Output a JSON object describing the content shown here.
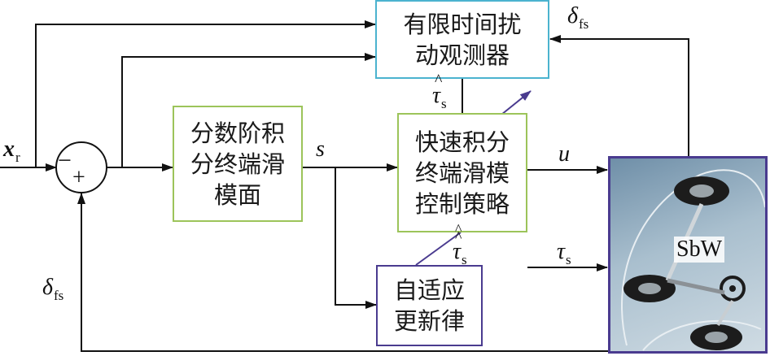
{
  "blocks": {
    "fto": {
      "lines": [
        "有限时间扰",
        "动观测器"
      ],
      "border": "#4bb3cf"
    },
    "fofts": {
      "lines": [
        "分数阶积",
        "分终端滑",
        "模面"
      ],
      "border": "#9cc45a"
    },
    "fitsm": {
      "lines": [
        "快速积分",
        "终端滑模",
        "控制策略"
      ],
      "border": "#9cc45a"
    },
    "adapt": {
      "lines": [
        "自适应",
        "更新律"
      ],
      "border": "#4a3b8f"
    },
    "plant": {
      "label": "SbW",
      "border": "#4a3b8f"
    }
  },
  "signals": {
    "xr": {
      "sym": "x",
      "sub": "r"
    },
    "s": "s",
    "u": "u",
    "tau_s": {
      "sym": "τ",
      "sub": "s"
    },
    "tau_hat": {
      "sym": "τ",
      "sub": "s"
    },
    "tau_dhat": {
      "sym": "τ",
      "sub": "s"
    },
    "delta_top": {
      "sym": "δ",
      "sub": "fs"
    },
    "delta_left": {
      "sym": "δ",
      "sub": "fs"
    }
  },
  "summing": {
    "minus": "−",
    "plus": "+"
  }
}
